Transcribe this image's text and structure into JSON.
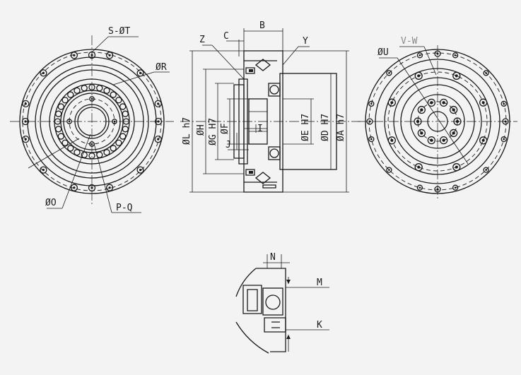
{
  "labels": {
    "s_t": "S-ØT",
    "r": "ØR",
    "o": "ØO",
    "p_q": "P-Q",
    "b": "B",
    "c": "C",
    "z": "Z",
    "y": "Y",
    "l": "ØL h7",
    "h": "ØH",
    "g": "ØG H7",
    "f": "ØF",
    "j": "J",
    "i": "I",
    "e": "ØE H7",
    "d": "ØD H7",
    "a": "ØA h7",
    "u": "ØU",
    "v_w": "V-W",
    "n": "N",
    "m": "M",
    "k": "K"
  }
}
